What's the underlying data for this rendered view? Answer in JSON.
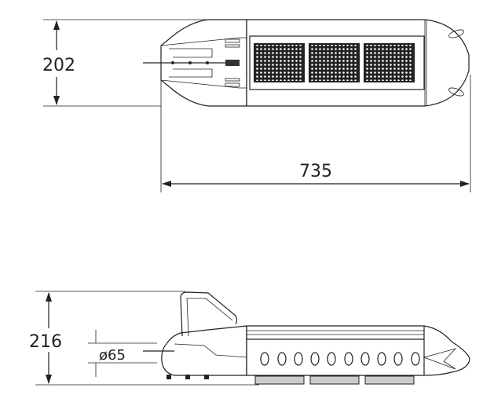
{
  "top_view": {
    "width_dimension": "202",
    "length_dimension": "735"
  },
  "side_view": {
    "height_dimension": "216",
    "pole_diameter": "ø65"
  },
  "colors": {
    "line": "#222222",
    "background": "#ffffff"
  }
}
